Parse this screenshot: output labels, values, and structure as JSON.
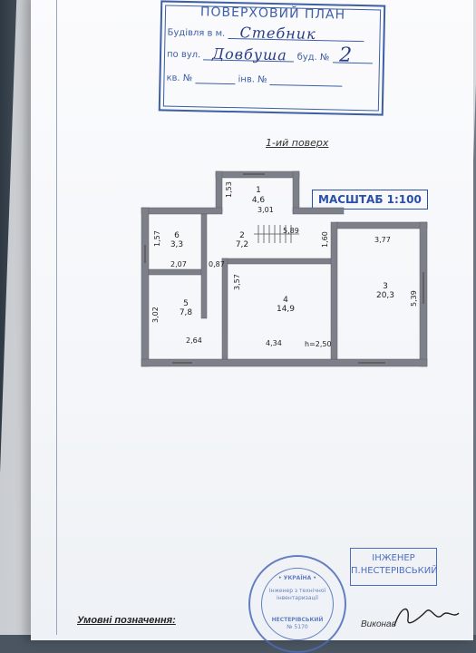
{
  "stamp": {
    "title": "ПОВЕРХОВИЙ ПЛАН",
    "building_label": "Будівля в м.",
    "building_value": "Стебник",
    "street_label": "по вул.",
    "street_value": "Довбуша",
    "house_label": "буд. №",
    "house_value": "2",
    "apt_label": "кв. №",
    "inv_label": "інв. №"
  },
  "floor_title": "1-ий поверх",
  "scale_label": "МАСШТАБ 1:100",
  "rooms": [
    {
      "num": "1",
      "area": "4,6"
    },
    {
      "num": "2",
      "area": "7,2"
    },
    {
      "num": "3",
      "area": "20,3"
    },
    {
      "num": "4",
      "area": "14,9"
    },
    {
      "num": "5",
      "area": "7,8"
    },
    {
      "num": "6",
      "area": "3,3"
    }
  ],
  "dimensions": {
    "d153": "1,53",
    "d301": "3,01",
    "d157": "1,57",
    "d207": "2,07",
    "d087": "0,87",
    "d589": "5,89",
    "d160": "1,60",
    "d377": "3,77",
    "d357": "3,57",
    "d539": "5,39",
    "d302": "3,02",
    "d264": "2,64",
    "d434": "4,34",
    "height": "h=2,50"
  },
  "engineer": {
    "line1": "ІНЖЕНЕР",
    "line2": "П.НЕСТЕРІВСЬКИЙ"
  },
  "seal": {
    "country": "• УКРАЇНА •",
    "line1": "Інженер з технічної",
    "line2": "інвентаризації",
    "name": "НЕСТЕРІВСЬКИЙ",
    "reg": "№ 5170"
  },
  "legend_title": "Умовні позначення:",
  "executor_label": "Виконав"
}
